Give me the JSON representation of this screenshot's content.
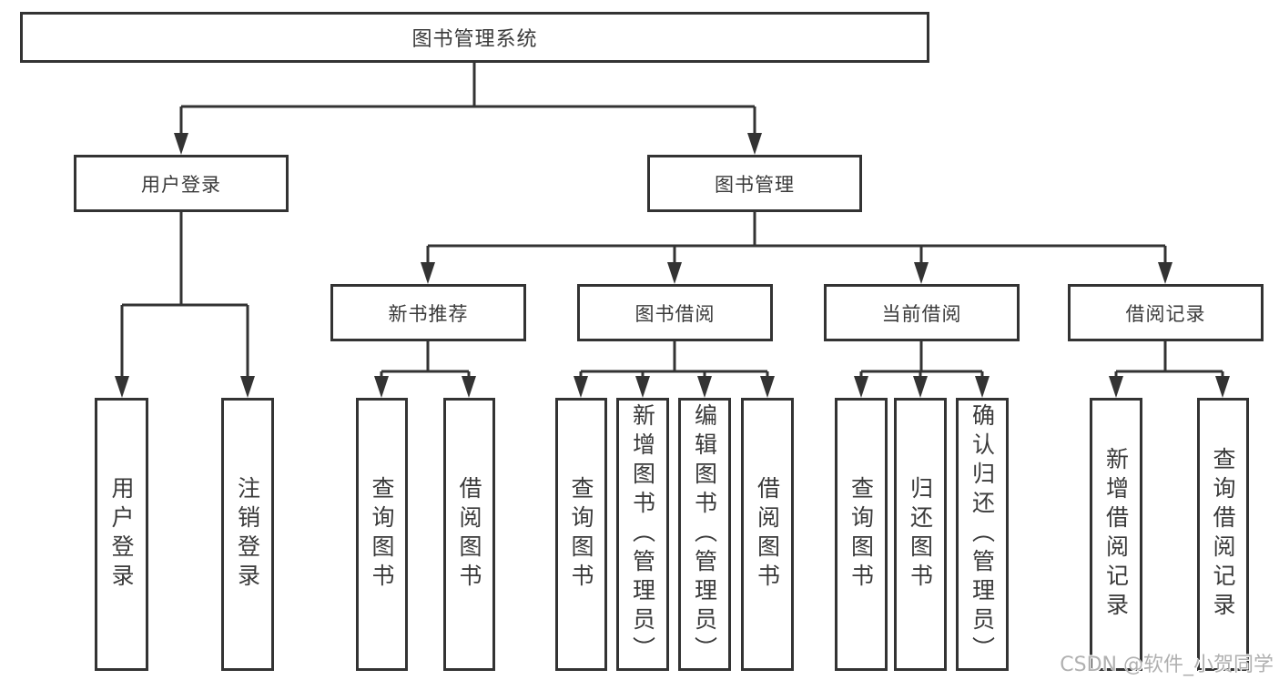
{
  "diagram": {
    "root": {
      "label": "图书管理系统"
    },
    "children": [
      {
        "label": "用户登录",
        "children": [
          {
            "label": "用户登录"
          },
          {
            "label": "注销登录"
          }
        ]
      },
      {
        "label": "图书管理",
        "children": [
          {
            "label": "新书推荐",
            "children": [
              {
                "label": "查询图书"
              },
              {
                "label": "借阅图书"
              }
            ]
          },
          {
            "label": "图书借阅",
            "children": [
              {
                "label": "查询图书"
              },
              {
                "label": "新增图书（管理员）"
              },
              {
                "label": "编辑图书（管理员）"
              },
              {
                "label": "借阅图书"
              }
            ]
          },
          {
            "label": "当前借阅",
            "children": [
              {
                "label": "查询图书"
              },
              {
                "label": "归还图书"
              },
              {
                "label": "确认归还（管理员）"
              }
            ]
          },
          {
            "label": "借阅记录",
            "children": [
              {
                "label": "新增借阅记录"
              },
              {
                "label": "查询借阅记录"
              }
            ]
          }
        ]
      }
    ]
  },
  "watermark": "CSDN @软件_小贺同学",
  "colors": {
    "line": "#333333",
    "text": "#3a3a3a",
    "background": "#ffffff",
    "watermark": "#b0b0b0"
  }
}
